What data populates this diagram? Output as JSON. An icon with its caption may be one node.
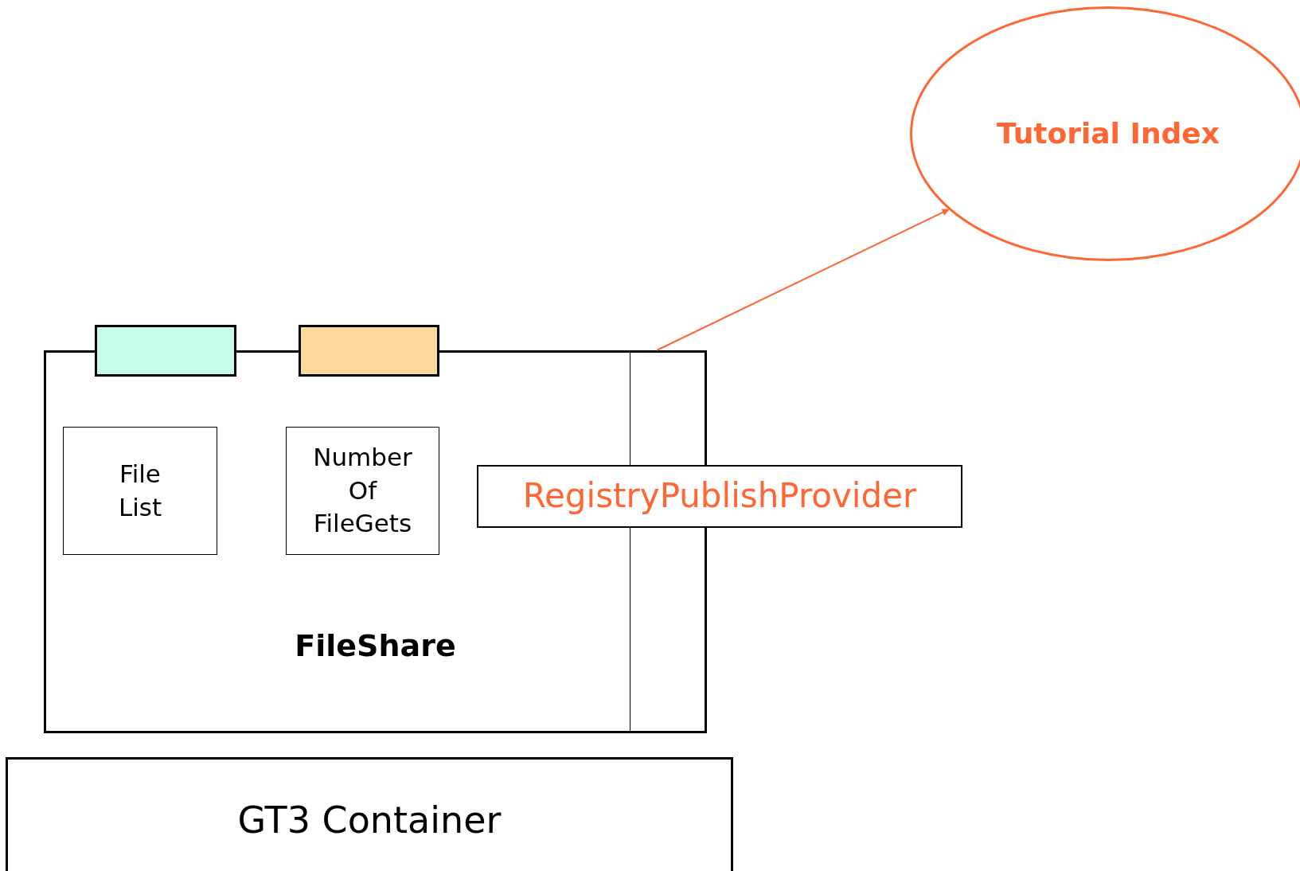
{
  "diagram": {
    "nodes": [
      {
        "text": [
          "Tutorial Index"
        ]
      },
      {
        "text": [
          "FileShare"
        ]
      },
      {
        "text": [],
        "shape": "box"
      },
      {
        "text": [],
        "shape": "box"
      },
      {
        "text": [
          "File List"
        ],
        "in": 1
      },
      {
        "text": [
          "Number Of FileGets"
        ],
        "in": 1
      },
      {
        "text": [],
        "shape": "box",
        "in": 1
      },
      {
        "text": [
          "RegistryPublishProvider"
        ]
      },
      {
        "text": [
          "GT3 Container"
        ]
      }
    ],
    "edges": [
      {
        "from": 6,
        "to": 0,
        "arrow": "to",
        "color": "#ff6633"
      }
    ]
  }
}
